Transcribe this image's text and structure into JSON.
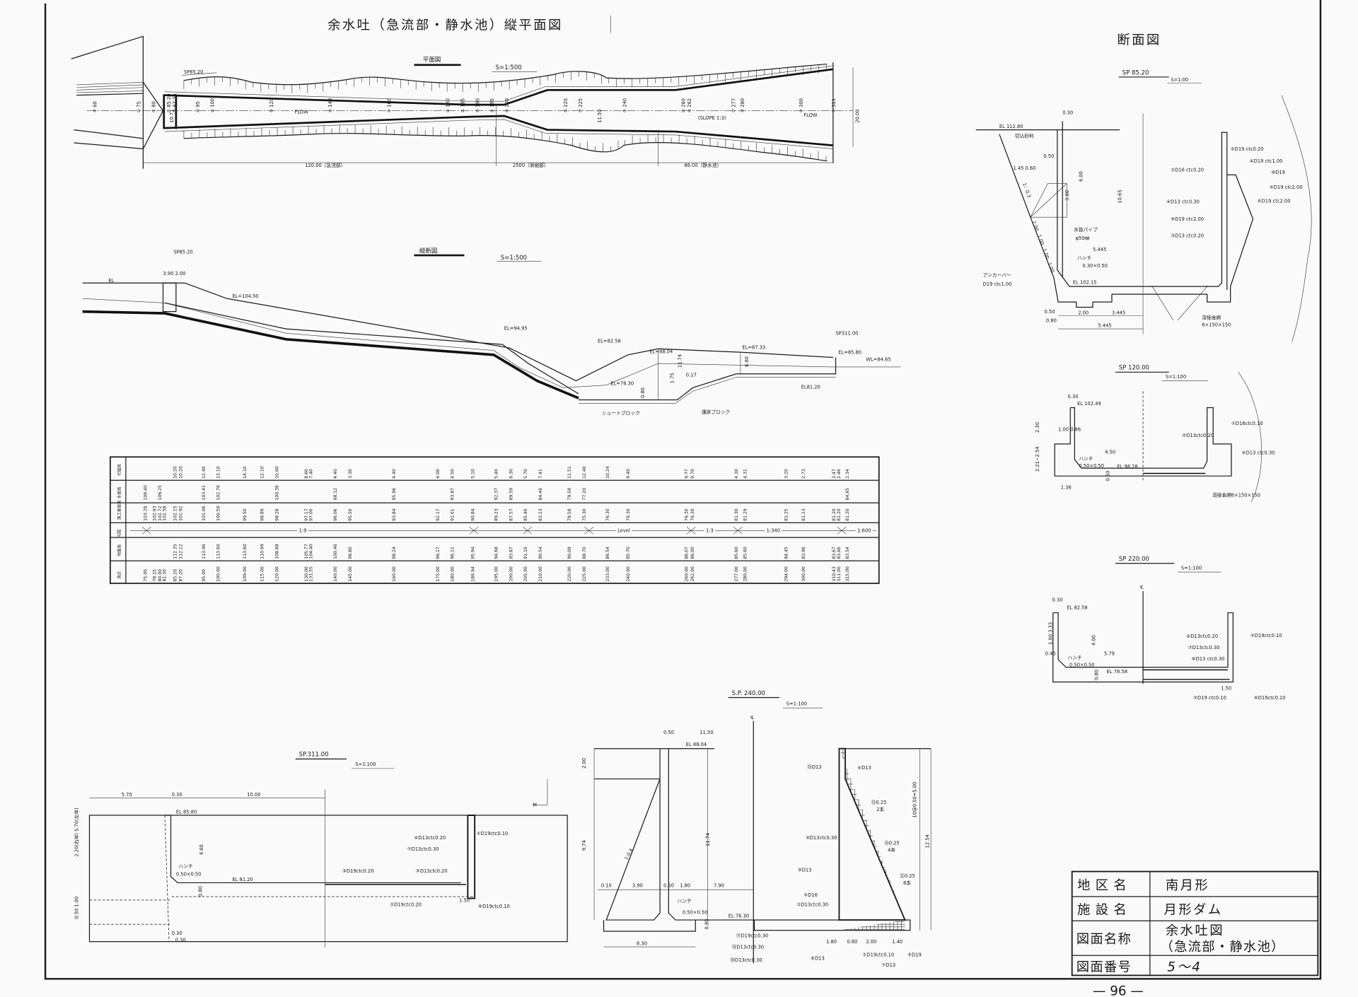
{
  "title": "余水吐（急流部・静水池）縦平面図",
  "section_header": "断面図",
  "plan": {
    "title": "平面図",
    "scale": "S=1:500",
    "sp_label": "SP85.20",
    "flow_left": "FLOW",
    "flow_right": "FLOW",
    "slope_note": "(SLOPE 1:3)",
    "dim_a": "10.71",
    "dim_b": "11.50",
    "width": "20.00",
    "stations": [
      "60",
      "75",
      "80",
      "85.20",
      "87.20",
      "95",
      "100",
      "120",
      "140",
      "160",
      "180",
      "185",
      "190",
      "195",
      "200",
      "220",
      "225",
      "240",
      "260",
      "262",
      "277",
      "280",
      "300",
      "311"
    ],
    "lengths": [
      "120.00（急流部）",
      "2500（漸縮部）",
      "86.00（静水池）"
    ]
  },
  "profile": {
    "title": "縦断図",
    "scale": "S=1:500",
    "labels": [
      "SP85.20",
      "3.90 2.00",
      "EL",
      "EL=104.50",
      "EL=94.95",
      "EL=82.58",
      "EL=88.04",
      "EL=87.33",
      "SP311.00",
      "EL=85.80",
      "WL=84.65",
      "EL=76.30",
      "EL81.20",
      "シュートブロック",
      "護床ブロック",
      "11.74",
      "6.60",
      "0.80",
      "1.75",
      "0.17"
    ]
  },
  "table": {
    "row_labels": [
      "切盛高",
      "水面高",
      "施工基面高",
      "勾配",
      "地盤高",
      "測点"
    ],
    "slopes": [
      "1:9",
      "Level",
      "1:3",
      "1:340",
      "1:600"
    ],
    "columns": [
      [
        "75.00",
        "",
        "103.28",
        "106.40",
        ""
      ],
      [
        "78.15",
        "",
        "102.93",
        "",
        ""
      ],
      [
        "80.00",
        "",
        "102.72",
        "106.25",
        ""
      ],
      [
        "81.30",
        "",
        "102.58",
        "",
        ""
      ],
      [
        "85.20",
        "112.35",
        "102.15",
        "",
        "10.20"
      ],
      [
        "87.20",
        "112.12",
        "101.92",
        "",
        "10.20"
      ],
      [
        "95.00",
        "113.46",
        "101.06",
        "103.41",
        "12.40"
      ],
      [
        "100.00",
        "113.60",
        "100.50",
        "102.76",
        "13.10"
      ],
      [
        "109.00",
        "113.60",
        "99.50",
        "",
        "14.10"
      ],
      [
        "115.00",
        "110.99",
        "98.89",
        "",
        "12.10"
      ],
      [
        "120.00",
        "108.88",
        "98.28",
        "100.36",
        "10.60"
      ],
      [
        "130.00",
        "105.77",
        "97.17",
        "",
        "8.60"
      ],
      [
        "131.55",
        "104.40",
        "97.00",
        "",
        "7.40"
      ],
      [
        "140.00",
        "100.46",
        "96.06",
        "98.12",
        "4.40"
      ],
      [
        "145.00",
        "98.80",
        "95.50",
        "",
        "3.30"
      ],
      [
        "160.00",
        "98.24",
        "93.84",
        "95.96",
        "4.40"
      ],
      [
        "175.00",
        "96.17",
        "92.17",
        "",
        "4.00"
      ],
      [
        "180.00",
        "96.11",
        "91.61",
        "93.87",
        "4.50"
      ],
      [
        "186.94",
        "95.94",
        "90.84",
        "",
        "5.10"
      ],
      [
        "195.00",
        "94.68",
        "89.23",
        "92.37",
        "5.40"
      ],
      [
        "200.00",
        "93.87",
        "87.57",
        "89.59",
        "6.30"
      ],
      [
        "205.00",
        "91.10",
        "85.40",
        "",
        "5.70"
      ],
      [
        "210.00",
        "90.54",
        "83.13",
        "84.46",
        "7.41"
      ],
      [
        "220.00",
        "90.09",
        "78.58",
        "79.58",
        "11.51"
      ],
      [
        "225.00",
        "88.70",
        "75.30",
        "77.20",
        "12.40"
      ],
      [
        "233.00",
        "86.54",
        "76.30",
        "",
        "10.24"
      ],
      [
        "240.00",
        "85.70",
        "76.30",
        "",
        "9.40"
      ],
      [
        "260.00",
        "86.07",
        "76.30",
        "",
        "9.77"
      ],
      [
        "262.00",
        "86.00",
        "76.30",
        "",
        "9.70"
      ],
      [
        "277.00",
        "85.60",
        "81.30",
        "",
        "4.30"
      ],
      [
        "280.00",
        "85.60",
        "81.29",
        "",
        "4.31"
      ],
      [
        "294.00",
        "84.45",
        "81.25",
        "",
        "3.20"
      ],
      [
        "300.00",
        "83.96",
        "81.23",
        "",
        "2.73"
      ],
      [
        "310.43",
        "83.67",
        "81.20",
        "",
        "2.47"
      ],
      [
        "311.00",
        "83.66",
        "81.20",
        "",
        "2.46"
      ],
      [
        "315.00",
        "83.54",
        "81.20",
        "84.65",
        "2.34"
      ]
    ]
  },
  "sections": {
    "sp85": {
      "title": "SP 85.20",
      "scale": "S=1:00",
      "labels": [
        "0.30",
        "EL 112.80",
        "切込砂利",
        "0.50",
        "1.45 0.60",
        "1：0.3",
        "3.00",
        "6.00",
        "10.65",
        "水抜パイプ",
        "φ50㎜",
        "5.445",
        "ハンチ",
        "0.30×0.50",
        "EL 102.15",
        "アンカーバー",
        "D19 ctc1.00",
        "0.50",
        "0.80",
        "2.00",
        "3.445",
        "5.445",
        "①D19 ctc0.20",
        "④D19 ctc1.00",
        "②D16 ctc0.20",
        "⑩D19",
        "⑤D19 ctc2.00",
        "④D13 ctc0.30",
        "⑥D19 ctc2.00",
        "⑨D19 ctc2.00",
        "③D13 ctc0.20",
        "溶接金網",
        "6×150×150",
        "1.00",
        "1.00",
        "1.00",
        "1.00"
      ]
    },
    "sp120": {
      "title": "SP 120.00",
      "scale": "S=1:100",
      "labels": [
        "0.30",
        "EL 102.49",
        "2.30",
        "1.00 0.86",
        "2.21~2.54",
        "4.50",
        "ハンチ",
        "0.50×0.50",
        "EL 98.28",
        "0.50",
        "1.36",
        "①D16ctc0.10",
        "②D13ctc0.20",
        "④D13 ctc0.30",
        "溶接金網6×150×150"
      ]
    },
    "sp220": {
      "title": "SP 220.00",
      "scale": "S=1:100",
      "centerline": "℄",
      "labels": [
        "0.30",
        "EL 82.58",
        "1.00 3.33",
        "4.00",
        "0.40",
        "5.79",
        "ハンチ",
        "0.50×0.50",
        "EL 78.58",
        "0.80",
        "④D13ctc0.20",
        "②D19ctc0.10",
        "⑦D13ctc0.30",
        "⑥D13 ctc0.30",
        "1.50",
        "③D19 ctc0.10",
        "⑥D19ctc0.10"
      ]
    },
    "sp240": {
      "title": "S.P. 240.00",
      "scale": "S=1:100",
      "centerline": "℄",
      "labels": [
        "0.50",
        "11.50",
        "EL 88.04",
        "2.00",
        "9.74",
        "11.74",
        "1:0.4",
        "0.10",
        "3.90",
        "0.50",
        "1.80",
        "7.90",
        "ハンチ",
        "0.50×0.50",
        "EL 76.30",
        "0.80",
        "6.30",
        "⑪D19ctc0.30",
        "⑬D13ctc0.30",
        "⑭D13ctc0.30",
        "⑬D13",
        "④D13",
        "⑫0.25",
        "2本",
        "③D13ctc0.30",
        "⑫0.25",
        "4本",
        "⑨D13",
        "⑫0.25",
        "8本",
        "⑤D16",
        "②D13ctc0.30",
        "⑧D13",
        "①D19ctc0.10",
        "⑥D19",
        "⑦D13",
        "12.54",
        "10@0.50=5.00",
        "1.80",
        "0.60",
        "2.00",
        "1.40"
      ]
    },
    "sp311": {
      "title": "SP.311.00",
      "scale": "S=1:100",
      "labels": [
        "5.70",
        "0.30",
        "10.00",
        "EL 85.80",
        "4.60",
        "ハンチ",
        "0.50×0.50",
        "EL 81.20",
        "0.80",
        "0.30",
        "0.30",
        "①D19ctc0.10",
        "④D13ctc0.20",
        "⑦D13ctc0.30",
        "③D19ctc0.20",
        "⑤D13ctc0.20",
        "②D19ctc0.20",
        "1.50",
        "⑥D19ctc0.10",
        "M",
        "2.20(右岸) 5.70(左岸)",
        "0.50 1.00"
      ]
    }
  },
  "title_block": {
    "rows": [
      {
        "label": "地区名",
        "value": "南月形"
      },
      {
        "label": "施設名",
        "value": "月形ダム"
      },
      {
        "label": "図面名称",
        "value": "余水吐図",
        "value2": "（急流部・静水池）"
      },
      {
        "label": "図面番号",
        "value": "5～4"
      }
    ]
  },
  "page_number": "— 96 —"
}
